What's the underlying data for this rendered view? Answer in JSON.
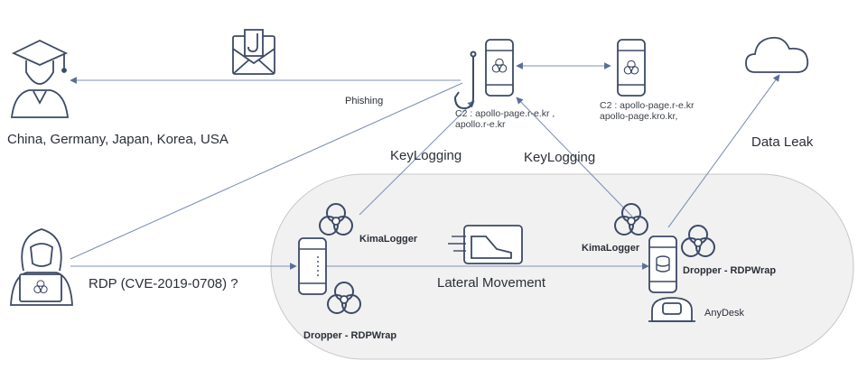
{
  "victims_label": "China, Germany, Japan, Korea, USA",
  "phishing_label": "Phishing",
  "c2_primary": [
    "C2 : apollo-page.r-e.kr ,",
    "apollo.r-e.kr"
  ],
  "c2_secondary": [
    "C2 : apollo-page.r-e.kr",
    "apollo-page.kro.kr,"
  ],
  "data_leak_label": "Data Leak",
  "keylogging_left": "KeyLogging",
  "keylogging_right": "KeyLogging",
  "rdp_label": "RDP (CVE-2019-0708) ?",
  "lateral_label": "Lateral Movement",
  "kimalogger_left": "KimaLogger",
  "kimalogger_right": "KimaLogger",
  "dropper_left": "Dropper - RDPWrap",
  "dropper_right": "Dropper - RDPWrap",
  "anydesk_label": "AnyDesk",
  "colors": {
    "line": "#7f93b8",
    "stroke": "#3d4a66",
    "zone": "#f1f1f1",
    "zone_border": "#c8c8c8"
  }
}
